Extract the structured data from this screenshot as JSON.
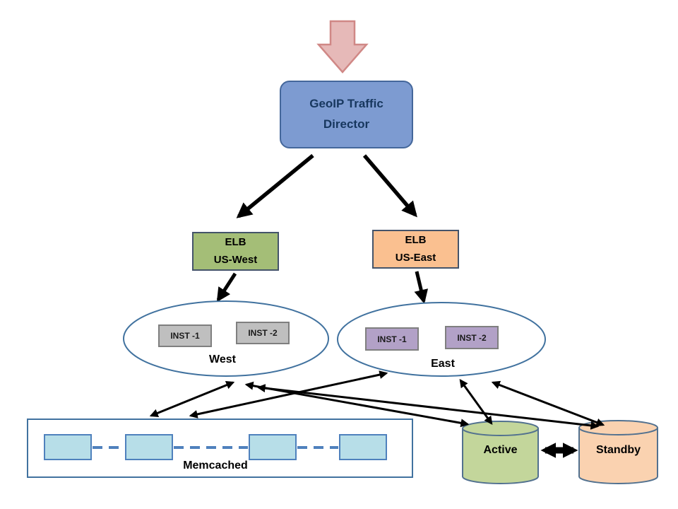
{
  "diagram": {
    "traffic_director": {
      "line1": "GeoIP Traffic",
      "line2": "Director"
    },
    "elb_west": {
      "line1": "ELB",
      "line2": "US-West"
    },
    "elb_east": {
      "line1": "ELB",
      "line2": "US-East"
    },
    "west": {
      "label": "West",
      "instances": [
        "INST -1",
        "INST -2"
      ]
    },
    "east": {
      "label": "East",
      "instances": [
        "INST -1",
        "INST -2"
      ]
    },
    "memcached": {
      "label": "Memcached"
    },
    "databases": {
      "active": "Active",
      "standby": "Standby"
    },
    "colors": {
      "director_fill": "#7D9BD1",
      "elb_west_fill": "#A4BE77",
      "elb_east_fill": "#FAC090",
      "inst_west_fill": "#BFBFBF",
      "inst_east_fill": "#B2A1C7",
      "memcached_node_fill": "#B7DEE8",
      "active_fill": "#C3D69B",
      "standby_fill": "#FAD2B0",
      "pink_arrow_fill": "#E6B9B8",
      "outline_blue": "#41729F",
      "connector_black": "#000000"
    }
  }
}
